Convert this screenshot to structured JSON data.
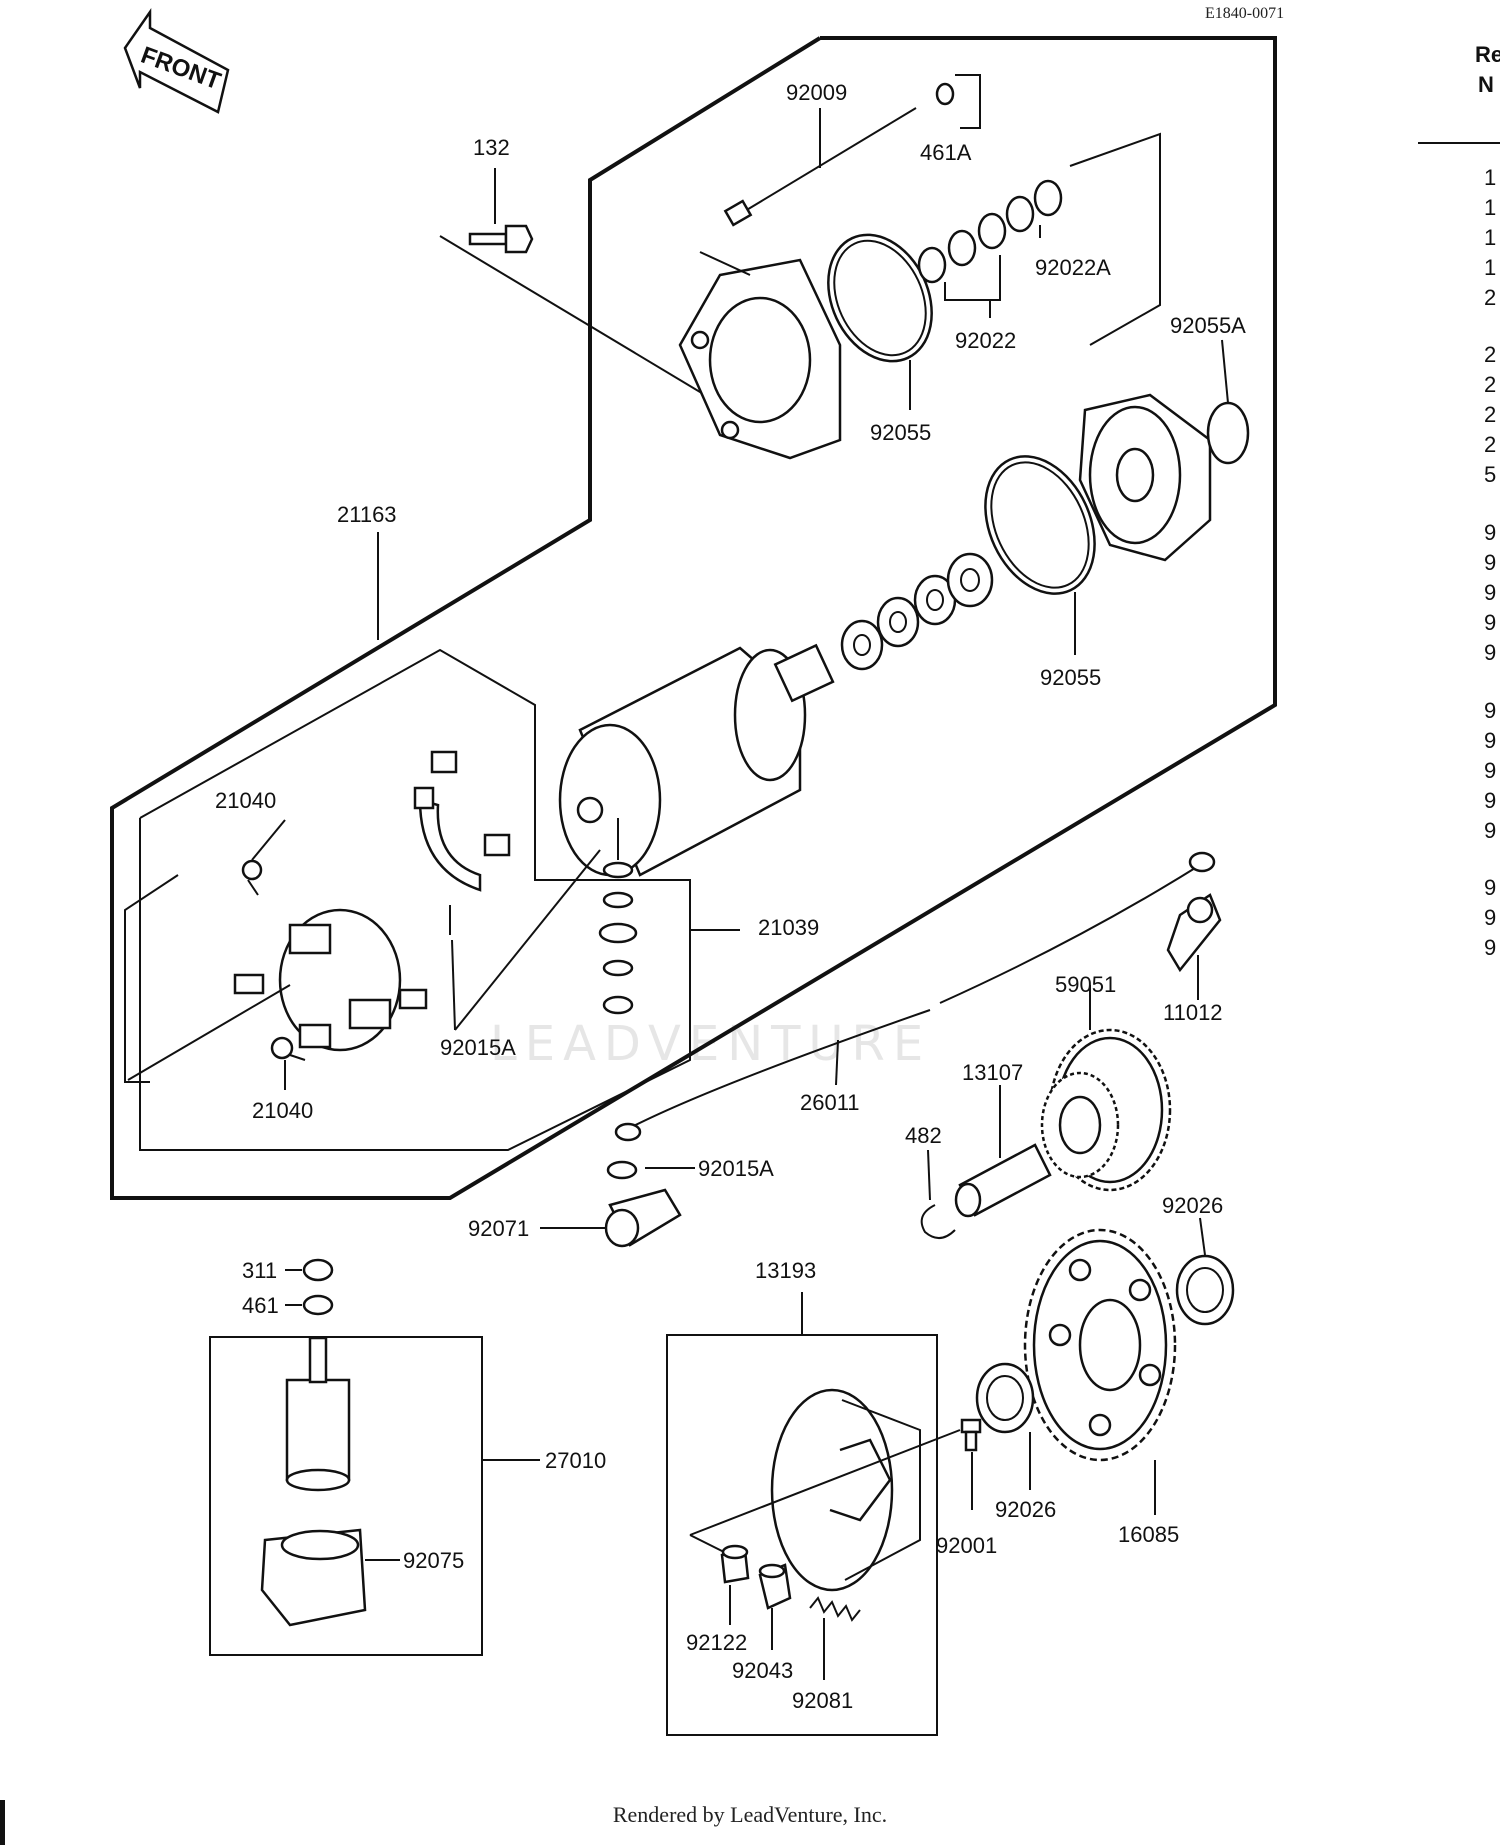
{
  "header": {
    "doc_code": "E1840-0071",
    "front_arrow": "FRONT",
    "ref_header": [
      "Re",
      "N"
    ]
  },
  "right_column": [
    "1",
    "1",
    "1",
    "1",
    "2",
    "2",
    "2",
    "2",
    "2",
    "5",
    "9",
    "9",
    "9",
    "9",
    "9",
    "9",
    "9",
    "9",
    "9",
    "9",
    "9",
    "9",
    "9"
  ],
  "parts": {
    "p92009": "92009",
    "p461A": "461A",
    "p132": "132",
    "p92022A": "92022A",
    "p92022": "92022",
    "p92055A": "92055A",
    "p92055_top": "92055",
    "p21163": "21163",
    "p92055_mid": "92055",
    "p21040_top": "21040",
    "p21039": "21039",
    "p92015A_a": "92015A",
    "p21040_bot": "21040",
    "p11012": "11012",
    "p59051": "59051",
    "p13107": "13107",
    "p26011": "26011",
    "p482": "482",
    "p92015A_b": "92015A",
    "p92026_top": "92026",
    "p92071": "92071",
    "p311": "311",
    "p461": "461",
    "p13193": "13193",
    "p27010": "27010",
    "p92001": "92001",
    "p92026_bot": "92026",
    "p16085": "16085",
    "p92075": "92075",
    "p92122": "92122",
    "p92043": "92043",
    "p92081": "92081"
  },
  "watermark": "LEADVENTURE",
  "footer": "Rendered by LeadVenture, Inc."
}
